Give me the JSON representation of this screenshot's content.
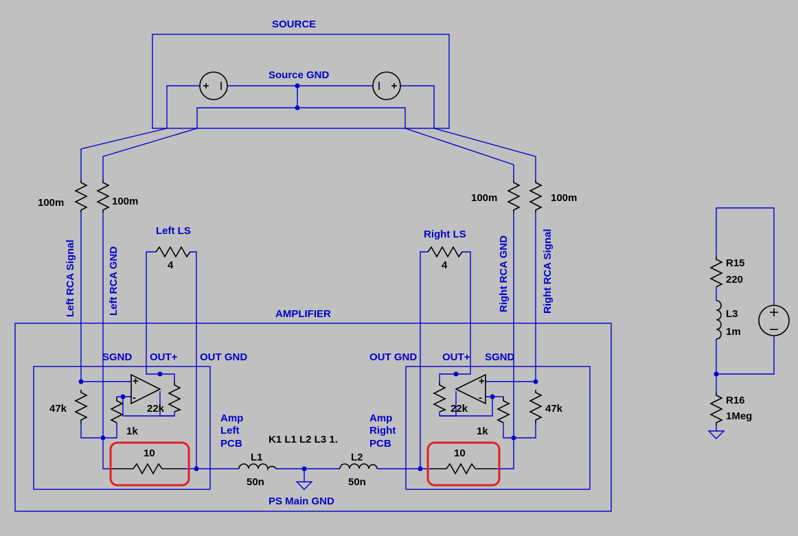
{
  "labels": {
    "source": "SOURCE",
    "source_gnd": "Source GND",
    "amplifier": "AMPLIFIER",
    "ps_main_gnd": "PS Main GND",
    "left_ls": "Left LS",
    "right_ls": "Right LS",
    "left_rca_signal": "Left RCA Signal",
    "left_rca_gnd": "Left RCA GND",
    "right_rca_gnd": "Right RCA GND",
    "right_rca_signal": "Right RCA Signal",
    "sgnd_left": "SGND",
    "outp_left": "OUT+",
    "outgnd_left": "OUT GND",
    "outgnd_right": "OUT GND",
    "outp_right": "OUT+",
    "sgnd_right": "SGND",
    "amp_left_pcb": [
      "Amp",
      "Left",
      "PCB"
    ],
    "amp_right_pcb": [
      "Amp",
      "Right",
      "PCB"
    ],
    "coupling": "K1 L1 L2 L3 1."
  },
  "values": {
    "r_cable1": "100m",
    "r_cable2": "100m",
    "r_cable3": "100m",
    "r_cable4": "100m",
    "left_ls": "4",
    "right_ls": "4",
    "r47k_left": "47k",
    "r47k_right": "47k",
    "r22k_left": "22k",
    "r22k_right": "22k",
    "r1k_left": "1k",
    "r1k_right": "1k",
    "r10_left": "10",
    "r10_right": "10",
    "l1_name": "L1",
    "l1_value": "50n",
    "l2_name": "L2",
    "l2_value": "50n",
    "r15_name": "R15",
    "r15_value": "220",
    "l3_name": "L3",
    "l3_value": "1m",
    "r16_name": "R16",
    "r16_value": "1Meg"
  },
  "colors": {
    "wire": "#0000cc",
    "background": "#c0c0c0",
    "component": "#000000",
    "highlight": "#e02020"
  }
}
